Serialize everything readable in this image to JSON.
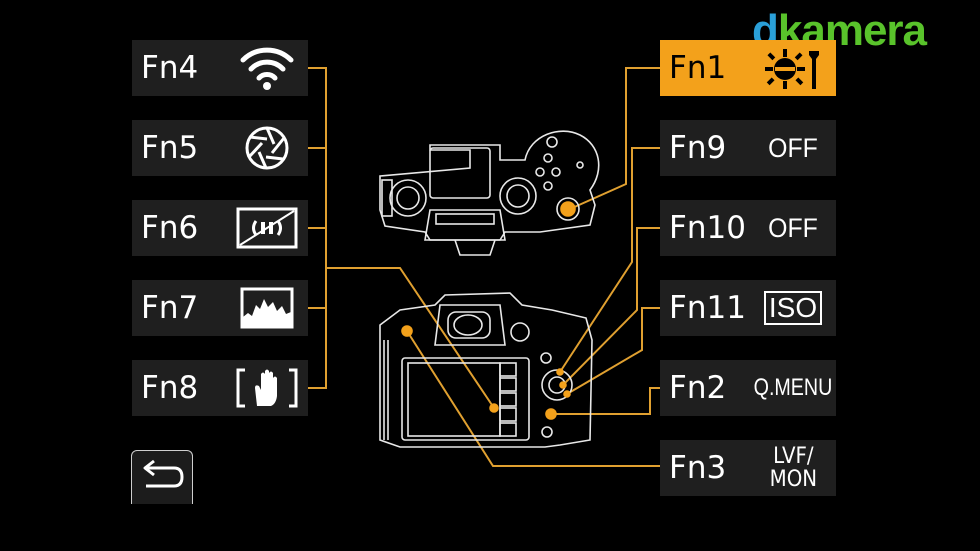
{
  "logo": {
    "prefix": "d",
    "rest": "kamera"
  },
  "left_buttons": [
    {
      "label": "Fn4",
      "icon": "wifi-icon"
    },
    {
      "label": "Fn5",
      "icon": "aperture-icon"
    },
    {
      "label": "Fn6",
      "icon": "silent-mode-icon"
    },
    {
      "label": "Fn7",
      "icon": "histogram-icon"
    },
    {
      "label": "Fn8",
      "icon": "touch-af-icon"
    }
  ],
  "right_buttons": [
    {
      "label": "Fn1",
      "icon": "white-balance-setting-icon",
      "active": true
    },
    {
      "label": "Fn9",
      "value": "OFF"
    },
    {
      "label": "Fn10",
      "value": "OFF"
    },
    {
      "label": "Fn11",
      "value": "ISO"
    },
    {
      "label": "Fn2",
      "value": "Q.MENU"
    },
    {
      "label": "Fn3",
      "value_line1": "LVF/",
      "value_line2": "MON"
    }
  ],
  "back_button": {
    "icon": "return-arrow-icon"
  },
  "colors": {
    "accent": "#f3a11b",
    "panel": "#1f1f1f",
    "line": "#e0a030"
  }
}
